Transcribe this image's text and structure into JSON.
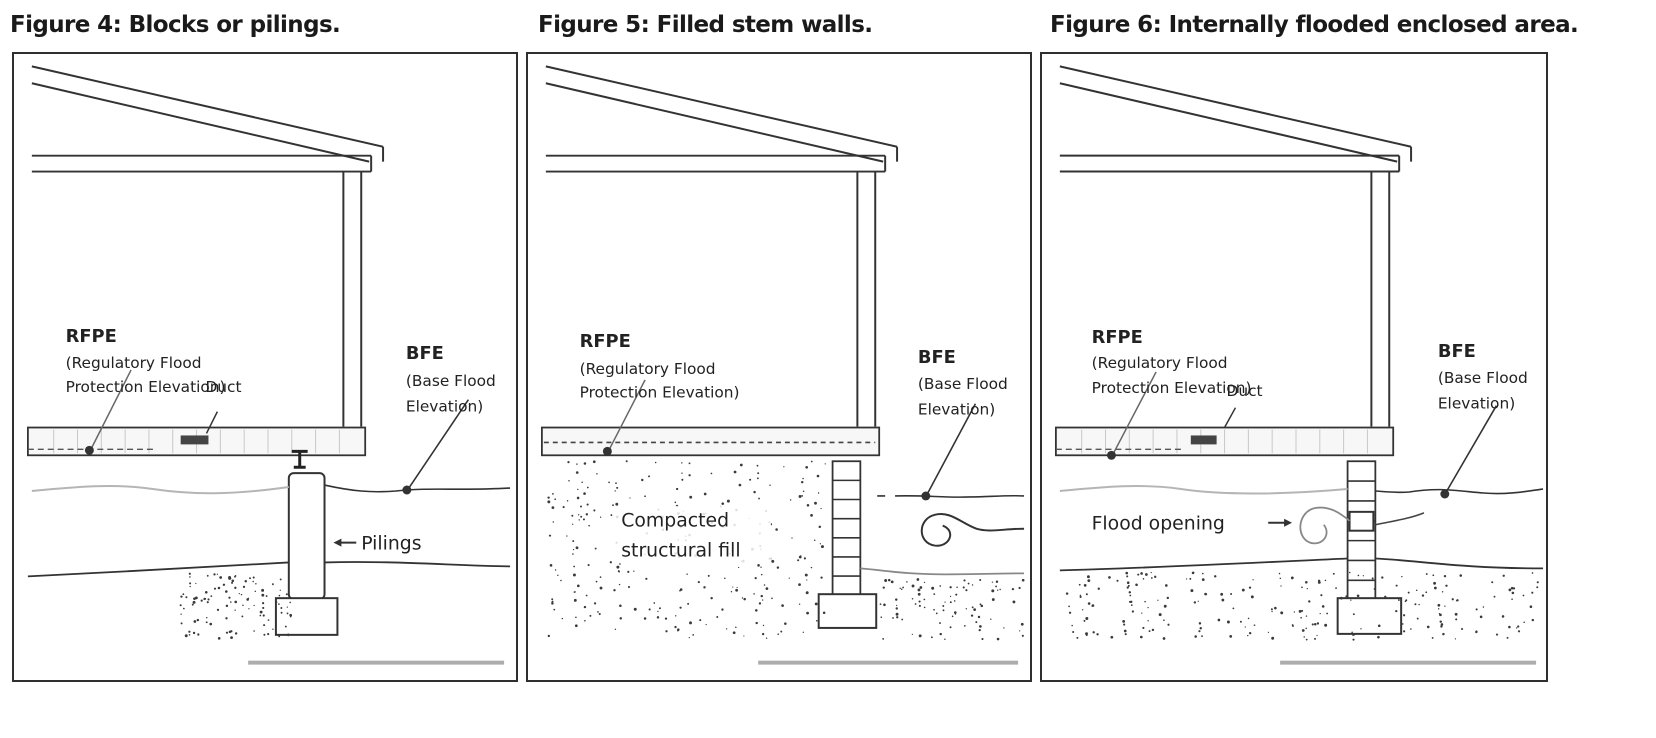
{
  "figures": [
    {
      "id": "figure-4",
      "title": "Figure 4: Blocks or pilings.",
      "labels": {
        "rfpe_abbr": "RFPE",
        "rfpe_line1": "(Regulatory Flood",
        "rfpe_line2": "Protection Elevation)",
        "bfe_abbr": "BFE",
        "bfe_line1": "(Base Flood",
        "bfe_line2": "Elevation)",
        "duct": "Duct",
        "foundation": "Pilings"
      },
      "foundation_type": "piling"
    },
    {
      "id": "figure-5",
      "title": "Figure 5: Filled stem walls.",
      "labels": {
        "rfpe_abbr": "RFPE",
        "rfpe_line1": "(Regulatory Flood",
        "rfpe_line2": "Protection Elevation)",
        "bfe_abbr": "BFE",
        "bfe_line1": "(Base Flood",
        "bfe_line2": "Elevation)",
        "fill_line1": "Compacted",
        "fill_line2": "structural fill"
      },
      "foundation_type": "stem-wall"
    },
    {
      "id": "figure-6",
      "title": "Figure 6: Internally flooded enclosed area.",
      "labels": {
        "rfpe_abbr": "RFPE",
        "rfpe_line1": "(Regulatory Flood",
        "rfpe_line2": "Protection Elevation)",
        "bfe_abbr": "BFE",
        "bfe_line1": "(Base Flood",
        "bfe_line2": "Elevation)",
        "duct": "Duct",
        "flood_opening": "Flood opening"
      },
      "foundation_type": "block-wall-with-opening"
    }
  ],
  "colors": {
    "line": "#333333",
    "water_light": "#a8a8a8",
    "border": "#2f2f2f"
  }
}
